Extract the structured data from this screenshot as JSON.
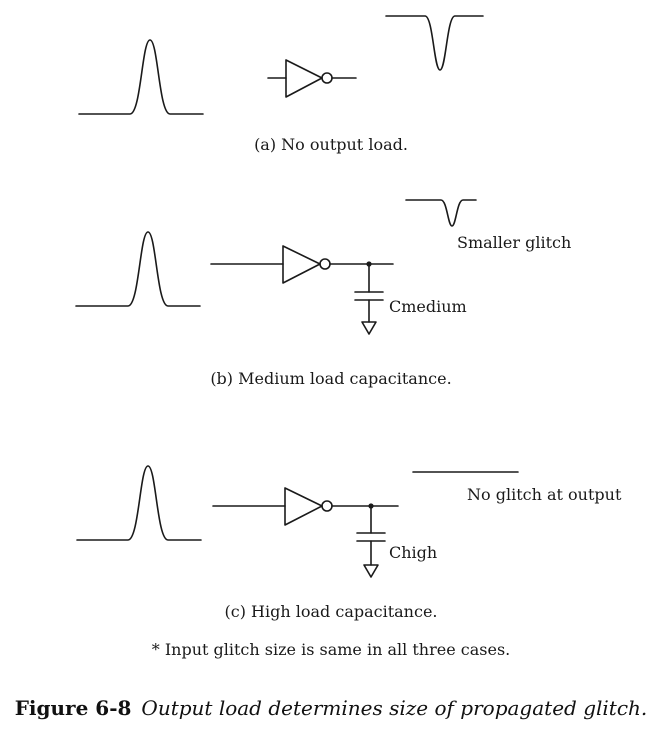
{
  "labels": {
    "caption_a": "(a) No output load.",
    "caption_b": "(b) Medium load capacitance.",
    "caption_c": "(c) High load capacitance.",
    "output_b": "Smaller glitch",
    "output_c": "No glitch at output",
    "cap_b": "Cmedium",
    "cap_c": "Chigh",
    "note": "* Input glitch size is same in all three cases."
  },
  "figure": {
    "number": "Figure 6-8",
    "title": "Output load determines size of propagated glitch."
  },
  "colors": {
    "line": "#1a1a1a",
    "background": "#ffffff"
  }
}
